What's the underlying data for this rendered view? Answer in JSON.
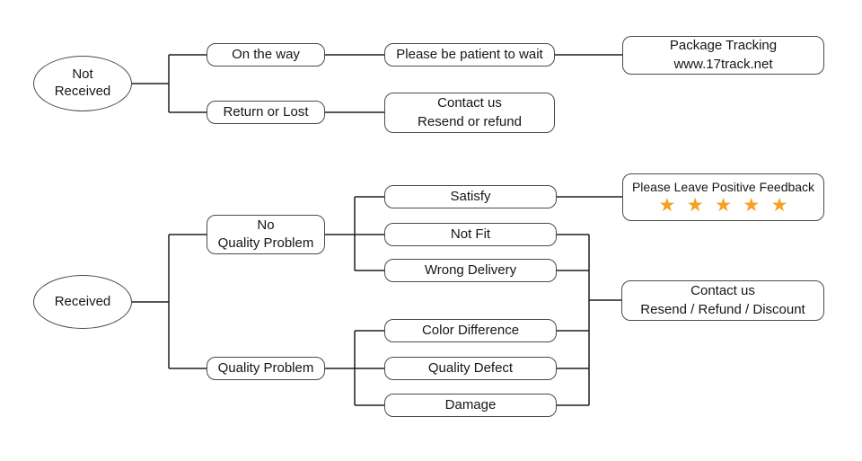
{
  "colors": {
    "star": "#F5A01E",
    "line": "#1f1f1f",
    "box_border": "#4a4a4a"
  },
  "nodes": {
    "not_received": {
      "line1": "Not",
      "line2": "Received"
    },
    "on_the_way": {
      "label": "On the way"
    },
    "return_or_lost": {
      "label": "Return or Lost"
    },
    "be_patient": {
      "label": "Please be patient to wait"
    },
    "package_tracking": {
      "line1": "Package Tracking",
      "line2": "www.17track.net"
    },
    "contact_resend_refund": {
      "line1": "Contact us",
      "line2": "Resend or refund"
    },
    "received": {
      "label": "Received"
    },
    "no_quality_problem": {
      "line1": "No",
      "line2": "Quality Problem"
    },
    "quality_problem": {
      "label": "Quality Problem"
    },
    "satisfy": {
      "label": "Satisfy"
    },
    "not_fit": {
      "label": "Not Fit"
    },
    "wrong_delivery": {
      "label": "Wrong Delivery"
    },
    "color_difference": {
      "label": "Color Difference"
    },
    "quality_defect": {
      "label": "Quality Defect"
    },
    "damage": {
      "label": "Damage"
    },
    "positive_feedback": {
      "line1": "Please Leave Positive Feedback",
      "stars": [
        "★",
        "★",
        "★",
        "★",
        "★"
      ]
    },
    "contact_resend_refund_discount": {
      "line1": "Contact us",
      "line2": "Resend / Refund / Discount"
    }
  }
}
